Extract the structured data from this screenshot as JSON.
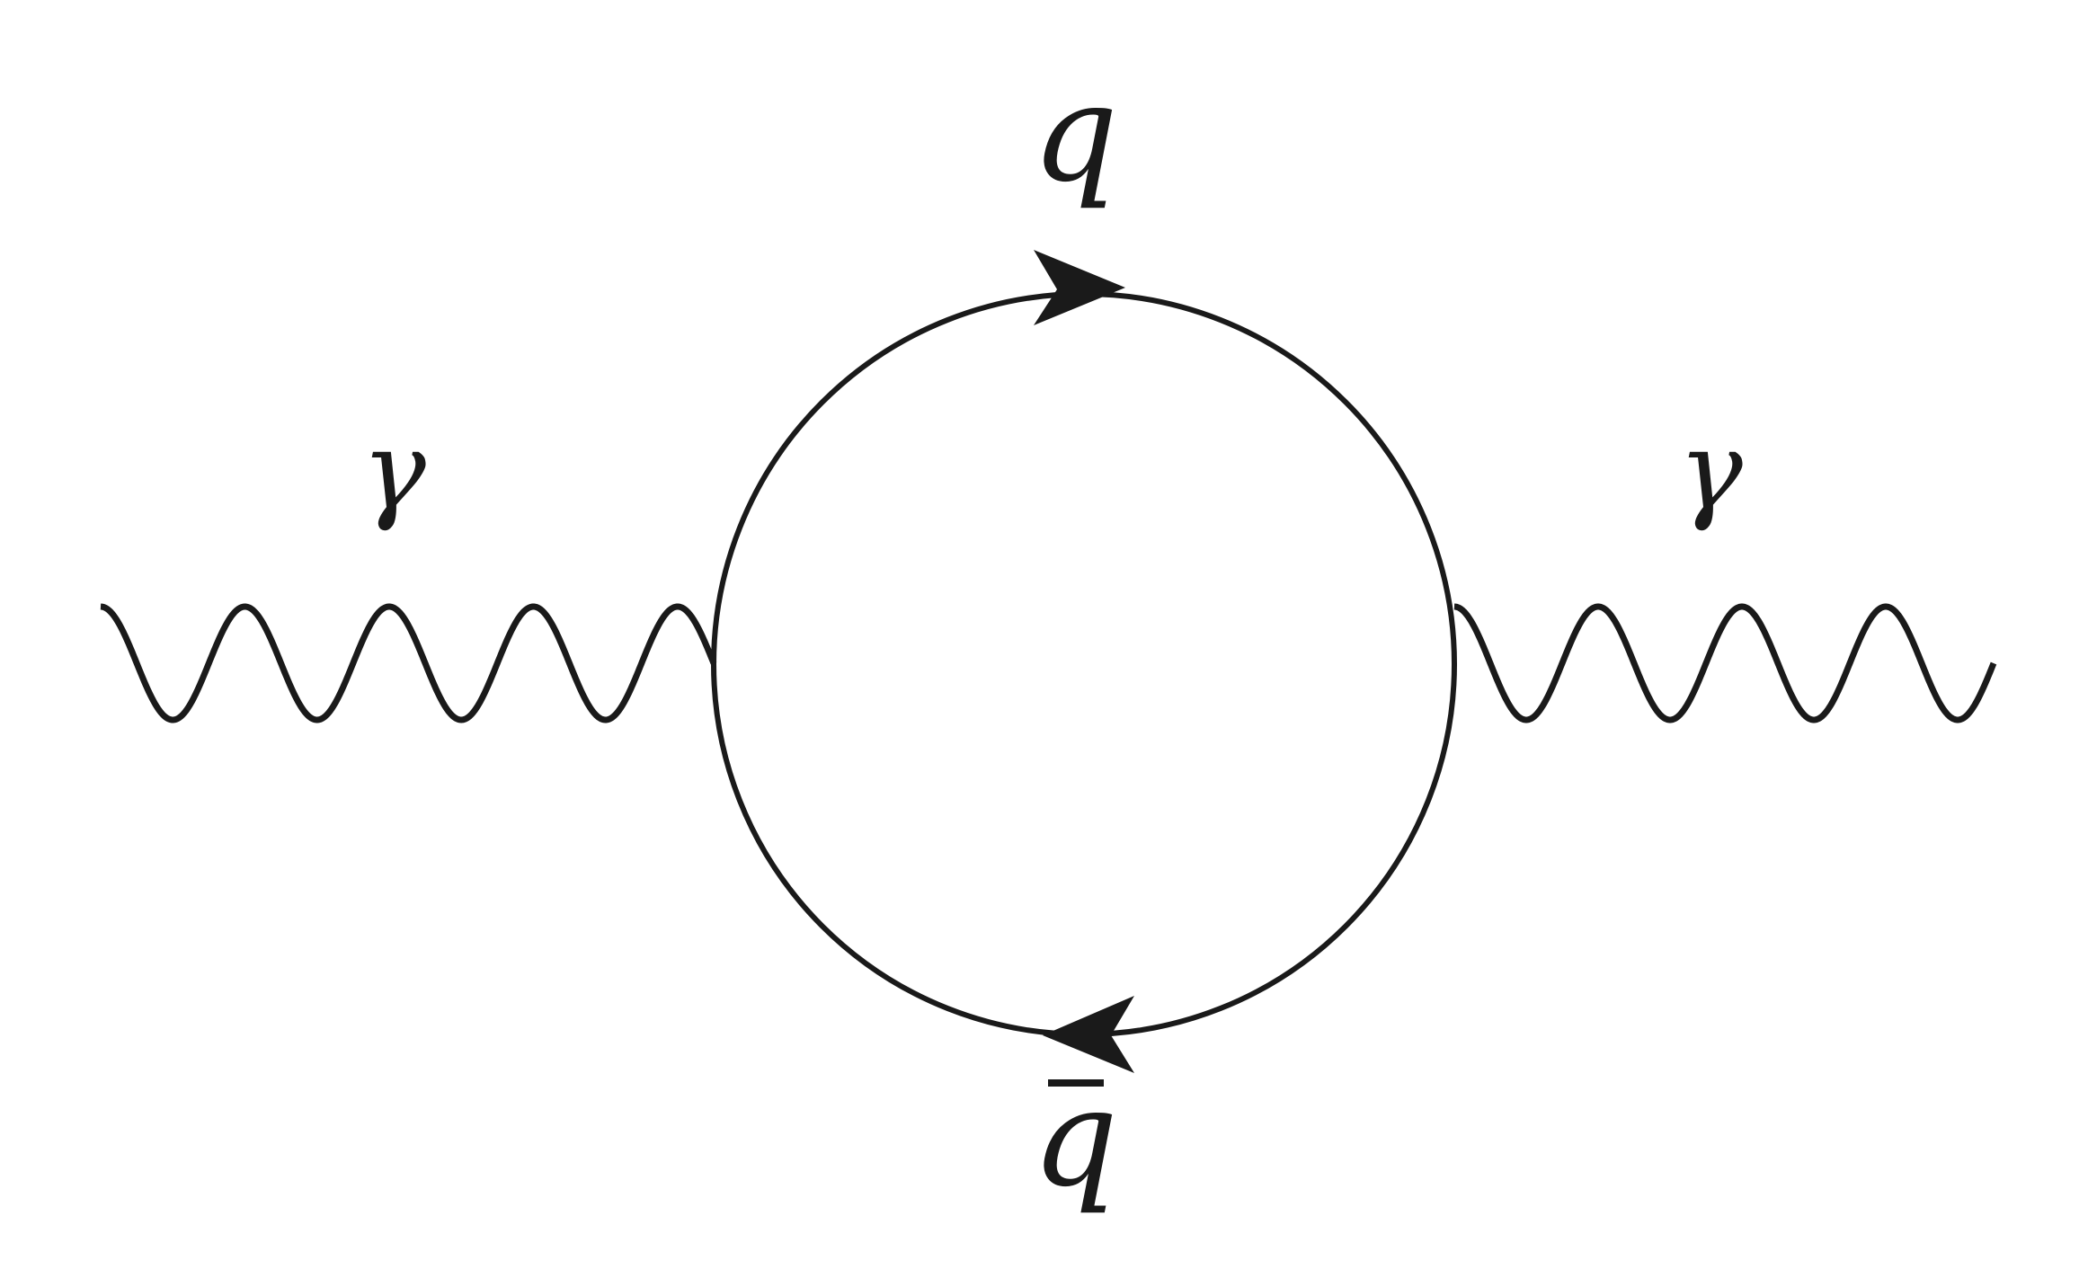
{
  "diagram": {
    "type": "feynman-diagram",
    "labels": {
      "quark": "q",
      "antiquark": "q",
      "photon_left": "γ",
      "photon_right": "γ"
    },
    "line_color": "#1a1a1a",
    "background": "#ffffff"
  }
}
